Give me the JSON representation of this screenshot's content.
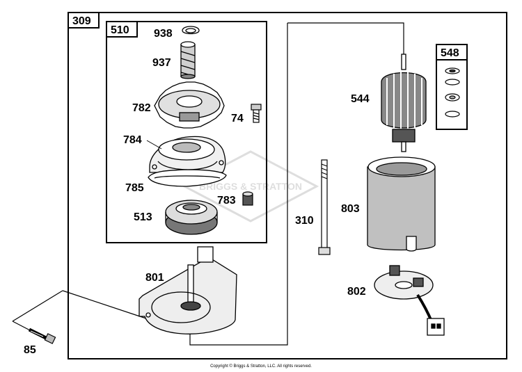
{
  "assembly": {
    "outer_label": "309",
    "sub_assembly_label": "510",
    "kit_label": "548"
  },
  "parts": {
    "p938": "938",
    "p937": "937",
    "p782": "782",
    "p74": "74",
    "p784": "784",
    "p785": "785",
    "p783": "783",
    "p513": "513",
    "p801": "801",
    "p85": "85",
    "p310": "310",
    "p544": "544",
    "p803": "803",
    "p802": "802"
  },
  "watermark": "BRIGGS & STRATTON",
  "footer": {
    "copyright": "Copyright © Briggs & Stratton, LLC. All rights reserved."
  }
}
